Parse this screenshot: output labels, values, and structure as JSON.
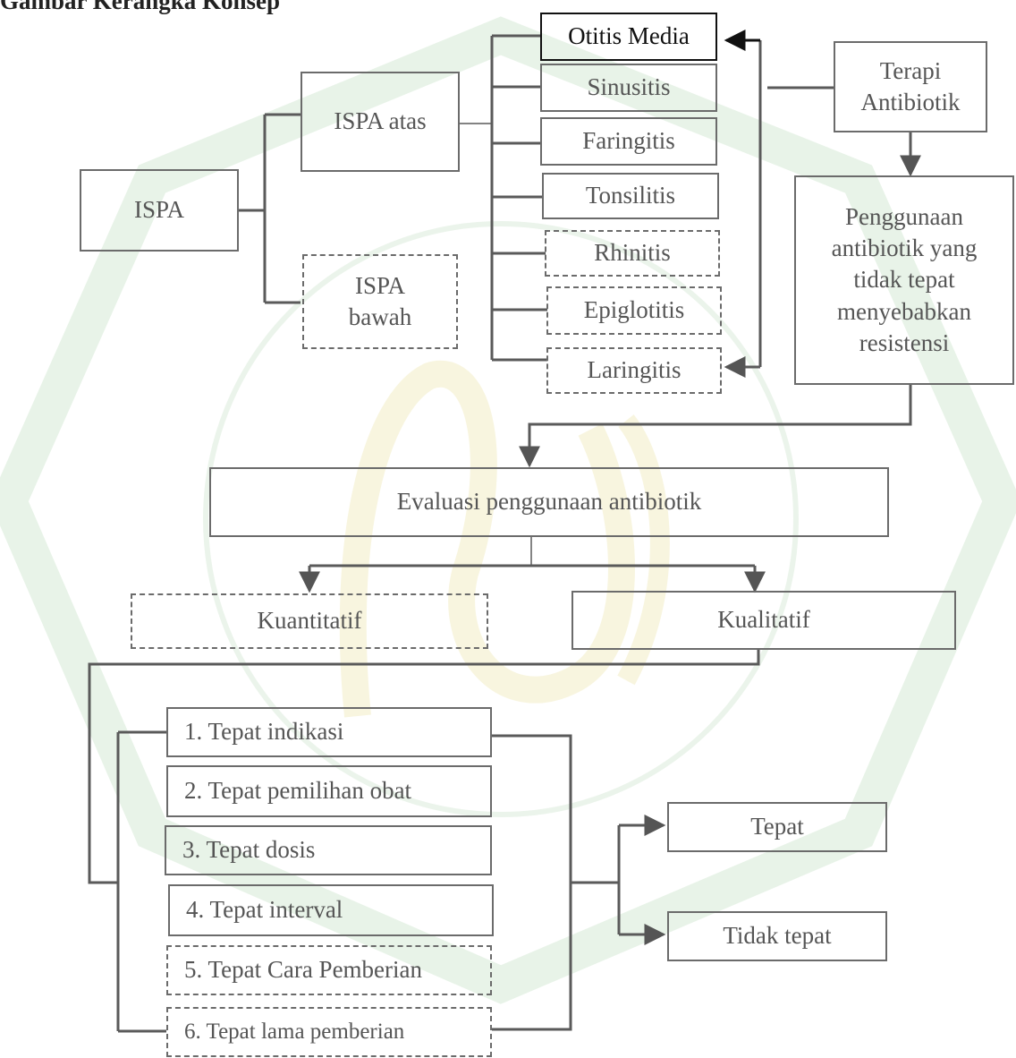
{
  "header": {
    "title": "Gambar Kerangka Konsep"
  },
  "nodes": {
    "ispa": "ISPA",
    "ispa_atas": "ISPA atas",
    "ispa_bawah_1": "ISPA",
    "ispa_bawah_2": "bawah",
    "otitis": "Otitis Media",
    "sinusitis": "Sinusitis",
    "faringitis": "Faringitis",
    "tonsilitis": "Tonsilitis",
    "rhinitis": "Rhinitis",
    "epiglotitis": "Epiglotitis",
    "laringitis": "Laringitis",
    "terapi_1": "Terapi",
    "terapi_2": "Antibiotik",
    "penggunaan_1": "Penggunaan",
    "penggunaan_2": "antibiotik yang",
    "penggunaan_3": "tidak tepat",
    "penggunaan_4": "menyebabkan",
    "penggunaan_5": "resistensi",
    "evaluasi": "Evaluasi penggunaan antibiotik",
    "kuantitatif": "Kuantitatif",
    "kualitatif": "Kualitatif",
    "criteria": [
      "1. Tepat indikasi",
      "2. Tepat pemilihan obat",
      "3. Tepat dosis",
      "4. Tepat interval",
      "5. Tepat Cara Pemberian",
      "6. Tepat lama pemberian"
    ],
    "tepat": "Tepat",
    "tidak_tepat": "Tidak tepat"
  }
}
